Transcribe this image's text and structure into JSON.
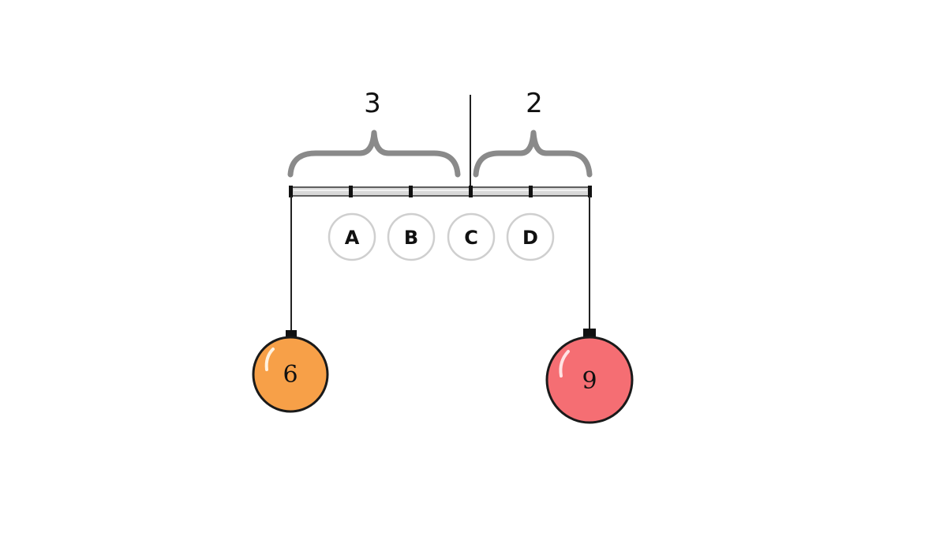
{
  "balance": {
    "left_distance": "3",
    "right_distance": "2",
    "points": [
      "A",
      "B",
      "C",
      "D"
    ],
    "left_weight": "6",
    "right_weight": "9"
  },
  "colors": {
    "left_weight": "#F7A048",
    "right_weight": "#F56E73",
    "brace": "#8A8A8A",
    "beam": "#D9D9D9",
    "point_circle": "#CFCFCF"
  }
}
